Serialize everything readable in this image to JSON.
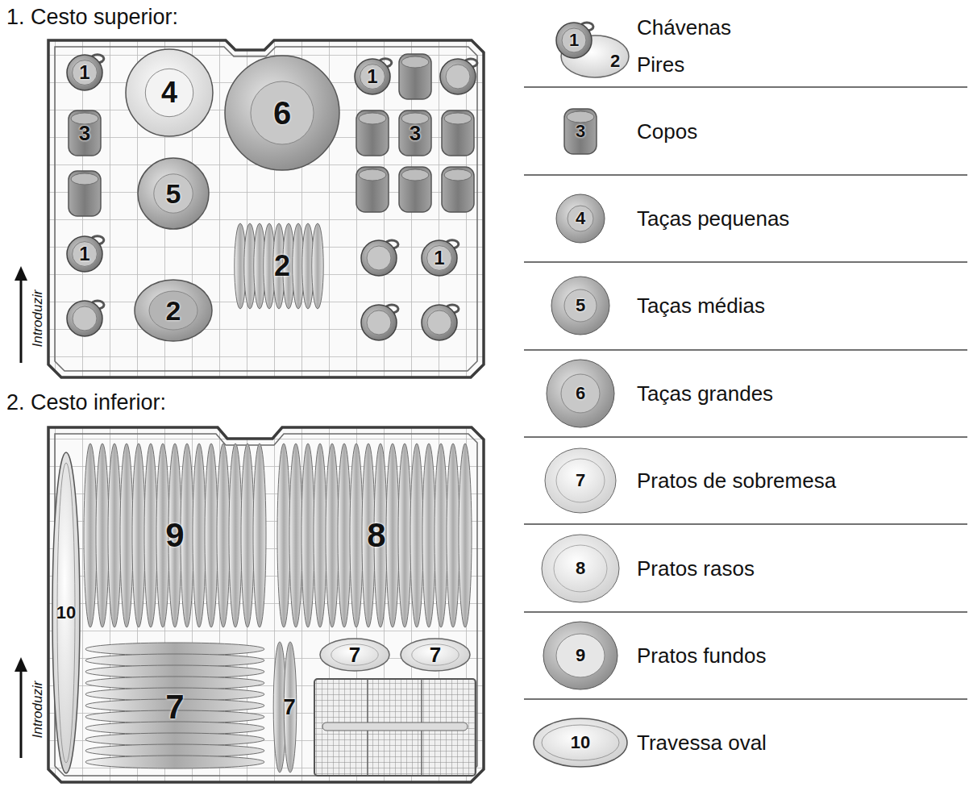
{
  "diagram": {
    "nodes": [
      {
        "text": [
          "1. Cesto superior:"
        ]
      },
      {
        "text": [
          "1"
        ],
        "in": 0
      },
      {
        "text": [
          "3"
        ],
        "in": 0
      },
      {
        "text": [
          "4"
        ],
        "in": 0
      },
      {
        "text": [
          "6"
        ],
        "in": 0
      },
      {
        "text": [
          "1"
        ],
        "in": 0
      },
      {
        "text": [
          "3"
        ],
        "in": 0
      },
      {
        "text": [
          "5"
        ],
        "in": 0
      },
      {
        "text": [
          "1"
        ],
        "in": 0
      },
      {
        "text": [
          "2"
        ],
        "in": 0
      },
      {
        "text": [
          "1"
        ],
        "in": 0
      },
      {
        "text": [
          "2"
        ],
        "in": 0
      },
      {
        "text": [
          "2. Cesto inferior:"
        ]
      },
      {
        "text": [
          "9"
        ],
        "in": 12
      },
      {
        "text": [
          "8"
        ],
        "in": 12
      },
      {
        "text": [
          "7"
        ],
        "in": 12
      },
      {
        "text": [
          "7"
        ],
        "in": 12
      },
      {
        "text": [
          "10"
        ],
        "in": 12
      },
      {
        "text": [
          "7"
        ],
        "in": 12
      },
      {
        "text": [
          "7"
        ],
        "in": 12
      }
    ],
    "labels": [
      "1",
      "2",
      "3",
      "4",
      "5",
      "6",
      "7",
      "8",
      "9",
      "10",
      "Introduzir",
      "Introduzir"
    ],
    "legend": [
      {
        "text": "Chávenas"
      },
      {
        "text": "Pires"
      },
      {
        "text": "Copos"
      },
      {
        "text": "Taças pequenas"
      },
      {
        "text": "Taças médias"
      },
      {
        "text": "Taças grandes"
      },
      {
        "text": "Pratos de sobremesa"
      },
      {
        "text": "Pratos rasos"
      },
      {
        "text": "Pratos fundos"
      },
      {
        "text": "Travessa oval"
      }
    ]
  }
}
